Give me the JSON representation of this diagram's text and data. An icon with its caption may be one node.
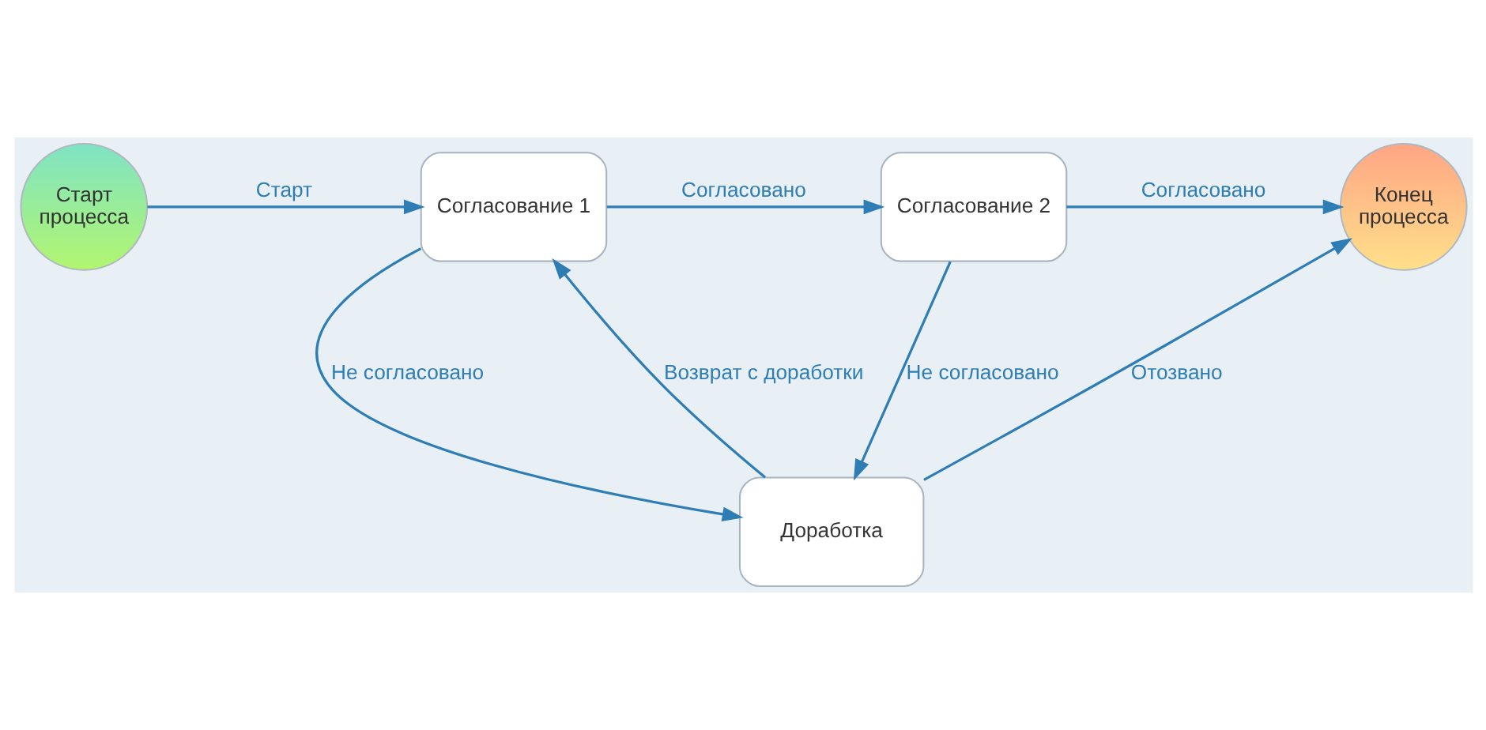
{
  "diagram": {
    "nodes": [
      {
        "text": [
          "Старт процесса"
        ]
      },
      {
        "text": [
          "Согласование 1"
        ]
      },
      {
        "text": [
          "Согласование 2"
        ]
      },
      {
        "text": [
          "Конец процесса"
        ]
      },
      {
        "text": [
          "Доработка"
        ]
      }
    ],
    "edges": [
      {
        "from": 0,
        "to": 1,
        "arrow": "to",
        "label": "Старт"
      },
      {
        "from": 1,
        "to": 2,
        "arrow": "to",
        "label": "Согласовано"
      },
      {
        "from": 2,
        "to": 3,
        "arrow": "to",
        "label": "Согласовано"
      },
      {
        "from": 1,
        "to": 4,
        "arrow": "to",
        "label": "Не согласовано"
      },
      {
        "from": 2,
        "to": 4,
        "arrow": "to",
        "label": "Не согласовано"
      },
      {
        "from": 4,
        "to": 1,
        "arrow": "to",
        "label": "Возврат с доработки"
      },
      {
        "from": 4,
        "to": 3,
        "arrow": "to",
        "label": "Отозвано"
      }
    ]
  }
}
